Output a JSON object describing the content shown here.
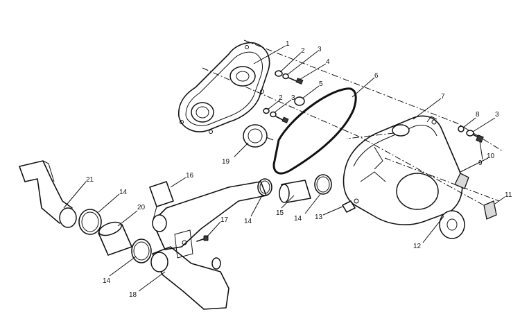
{
  "diagram": {
    "callouts": [
      {
        "id": "c1",
        "text": "1"
      },
      {
        "id": "c2a",
        "text": "2"
      },
      {
        "id": "c3a",
        "text": "3"
      },
      {
        "id": "c4",
        "text": "4"
      },
      {
        "id": "c5",
        "text": "5"
      },
      {
        "id": "c6",
        "text": "6"
      },
      {
        "id": "c7",
        "text": "7"
      },
      {
        "id": "c8",
        "text": "8"
      },
      {
        "id": "c3c",
        "text": "3"
      },
      {
        "id": "c2b",
        "text": "2"
      },
      {
        "id": "c3b",
        "text": "3"
      },
      {
        "id": "c9",
        "text": "9"
      },
      {
        "id": "c10",
        "text": "10"
      },
      {
        "id": "c11",
        "text": "11"
      },
      {
        "id": "c12",
        "text": "12"
      },
      {
        "id": "c13",
        "text": "13"
      },
      {
        "id": "c14a",
        "text": "14"
      },
      {
        "id": "c14b",
        "text": "14"
      },
      {
        "id": "c14c",
        "text": "14"
      },
      {
        "id": "c14d",
        "text": "14"
      },
      {
        "id": "c15",
        "text": "15"
      },
      {
        "id": "c16",
        "text": "16"
      },
      {
        "id": "c17",
        "text": "17"
      },
      {
        "id": "c18",
        "text": "18"
      },
      {
        "id": "c19",
        "text": "19"
      },
      {
        "id": "c20",
        "text": "20"
      },
      {
        "id": "c21",
        "text": "21"
      }
    ]
  }
}
